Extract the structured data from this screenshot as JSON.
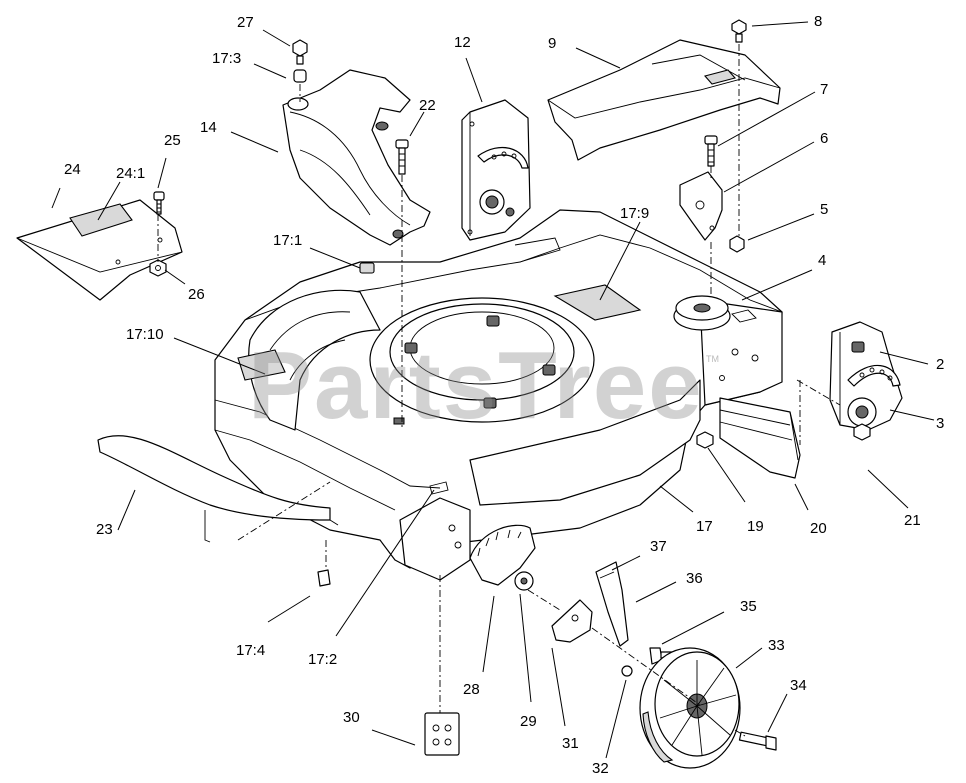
{
  "watermark": {
    "text": "PartsTree",
    "mark": "TM"
  },
  "callouts": {
    "c2": "2",
    "c3": "3",
    "c4": "4",
    "c5": "5",
    "c6": "6",
    "c7": "7",
    "c8": "8",
    "c9": "9",
    "c12": "12",
    "c14": "14",
    "c17": "17",
    "c17_1": "17:1",
    "c17_2": "17:2",
    "c17_3": "17:3",
    "c17_4": "17:4",
    "c17_9": "17:9",
    "c17_10": "17:10",
    "c19": "19",
    "c20": "20",
    "c21": "21",
    "c22": "22",
    "c23": "23",
    "c24": "24",
    "c24_1": "24:1",
    "c25": "25",
    "c26": "26",
    "c27": "27",
    "c28": "28",
    "c29": "29",
    "c30": "30",
    "c31": "31",
    "c32": "32",
    "c33": "33",
    "c34": "34",
    "c35": "35",
    "c36": "36",
    "c37": "37"
  }
}
